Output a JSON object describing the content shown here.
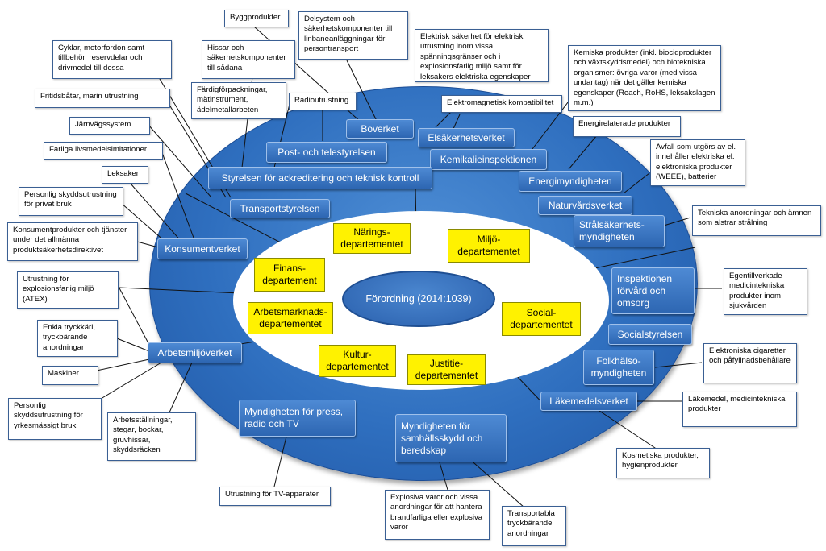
{
  "center": {
    "label": "Förordning (2014:1039)"
  },
  "agencies": {
    "boverket": "Boverket",
    "elsakerhet": "Elsäkerhetsverket",
    "post_tele": "Post- och telestyrelsen",
    "kemikalie": "Kemikalieinspektionen",
    "swedac": "Styrelsen för ackreditering och teknisk kontroll",
    "energi": "Energimyndigheten",
    "transport": "Transportstyrelsen",
    "naturvard": "Naturvårdsverket",
    "stralsakerhet": "Strålsäkerhets-\nmyndigheten",
    "konsument": "Konsumentverket",
    "ivo": "Inspektionen\nförvård och\nomsorg",
    "socialstyrelsen": "Socialstyrelsen",
    "arbetsmiljo": "Arbetsmiljöverket",
    "folkhalso": "Folkhälso-\nmyndigheten",
    "lakemedel": "Läkemedelsverket",
    "press_radio": "Myndigheten för press,\nradio och TV",
    "msb": "Myndigheten för\nsamhällsskydd och\nberedskap"
  },
  "departments": {
    "naring": "Närings-\ndepartementet",
    "miljo": "Miljö-\ndepartementet",
    "finans": "Finans-\ndepartement",
    "arbetsmarknad": "Arbetsmarknads-\ndepartementet",
    "social": "Social-\ndepartementet",
    "kultur": "Kultur-\ndepartementet",
    "justitie": "Justitie-\ndepartementet"
  },
  "notes": {
    "byggprodukter": "Byggprodukter",
    "delsystem": "Delsystem och säkerhetskomponenter till linbaneanläggningar för persontransport",
    "elektrisk": "Elektrisk säkerhet för elektrisk utrustning inom vissa spänningsgränser och i explosionsfarlig miljö samt för leksakers elektriska egenskaper",
    "cyklar": "Cyklar, motorfordon samt tillbehör, reservdelar och drivmedel till dessa",
    "hissar": "Hissar och säkerhetskomponenter till sådana",
    "kemiska": "Kemiska produkter (inkl. biocidprodukter och växtskyddsmedel) och biotekniska organismer: övriga varor (med vissa undantag) när det gäller kemiska egenskaper (Reach, RoHS, leksakslagen m.m.)",
    "fritidsbatar": "Fritidsbåtar, marin utrustning",
    "fardigforpackningar": "Färdigförpackningar, mätinstrument, ädelmetallarbeten",
    "radioutrustning": "Radioutrustning",
    "elektromagnetisk": "Elektromagnetisk kompatibilitet",
    "jarnvagssystem": "Järnvägssystem",
    "energirelaterade": "Energirelaterade produkter",
    "farliga_livsmedel": "Farliga livsmedelsimitationer",
    "avfall": "Avfall som utgörs av el. innehåller elektriska el. elektroniska produkter (WEEE), batterier",
    "leksaker": "Leksaker",
    "personlig_privat": "Personlig skyddsutrustning för privat bruk",
    "tekniska_anordningar": "Tekniska anordningar och ämnen som alstrar strålning",
    "konsumentprodukter": "Konsumentprodukter och tjänster under det allmänna produktsäkerhetsdirektivet",
    "egentillverkade": "Egentillverkade medicintekniska produkter inom sjukvården",
    "atex": "Utrustning för explosionsfarlig miljö (ATEX)",
    "enkla_tryckkarl": "Enkla tryckkärl, tryckbärande anordningar",
    "elektroniska_cigaretter": "Elektroniska cigaretter och påfyllnadsbehållare",
    "maskiner": "Maskiner",
    "lakemedel_note": "Läkemedel, medicintekniska produkter",
    "personlig_yrke": "Personlig skyddsutrustning för yrkesmässigt bruk",
    "arbetsstallningar": "Arbetsställningar, stegar, bockar, gruvhissar, skyddsräcken",
    "kosmetiska": "Kosmetiska produkter, hygienprodukter",
    "tv_apparater": "Utrustning för TV-apparater",
    "explosiva": "Explosiva varor och vissa anordningar för att hantera brandfarliga eller explosiva varor",
    "transportabla": "Transportabla tryckbärande anordningar"
  },
  "colors": {
    "ring": "#2f6fbf",
    "agency_box": "#3a78c6",
    "department": "#fff200",
    "note_border": "#3a5f93"
  }
}
